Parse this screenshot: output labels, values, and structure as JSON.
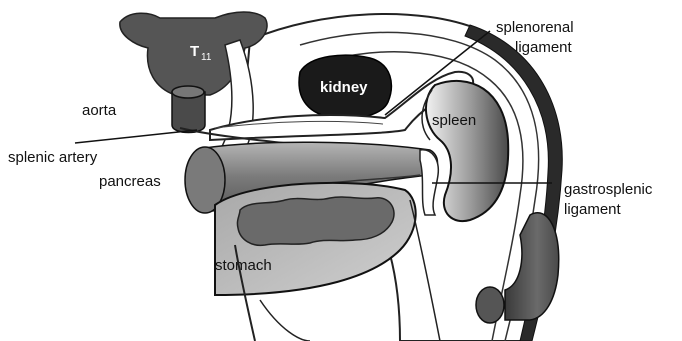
{
  "labels": {
    "t11_main": "T",
    "t11_sub": "11",
    "aorta": "aorta",
    "splenic_artery": "splenic artery",
    "pancreas": "pancreas",
    "kidney": "kidney",
    "spleen": "spleen",
    "stomach": "stomach",
    "splenorenal_line1": "splenorenal",
    "splenorenal_line2": "ligament",
    "gastrosplenic_line1": "gastrosplenic",
    "gastrosplenic_line2": "ligament"
  },
  "colors": {
    "vertebra": "#555555",
    "kidney": "#1a1a1a",
    "pancreas": "#8a8a8a",
    "stomach": "#9a9a9a",
    "spleen": "#6e6e6e",
    "outline": "#222222"
  }
}
